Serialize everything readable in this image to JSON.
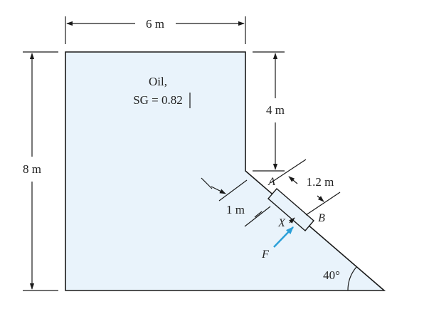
{
  "figure": {
    "fluid_name": "Oil,",
    "fluid_sg": "SG = 0.82",
    "dim_width": "6 m",
    "dim_height": "8 m",
    "dim_upper_wall": "4 m",
    "dim_gate_width": "1 m",
    "dim_gate_length": "1.2 m",
    "label_a": "A",
    "label_b": "B",
    "label_x": "X",
    "label_force": "F",
    "angle": "40°",
    "colors": {
      "fluid_fill": "#e9f3fb",
      "outline": "#1a1a1a",
      "force_arrow": "#2a9fd8"
    }
  }
}
